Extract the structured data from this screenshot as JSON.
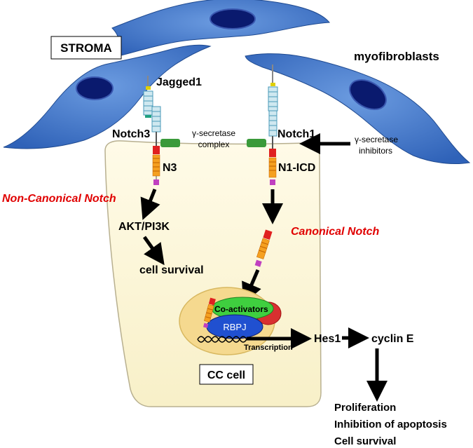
{
  "labels": {
    "stroma": "STROMA",
    "myofibroblasts": "myofibroblasts",
    "jagged1": "Jagged1",
    "notch3": "Notch3",
    "notch1": "Notch1",
    "gamma_secretase_line1": "γ-secretase",
    "gamma_secretase_line2": "complex",
    "inhibitors_line1": "γ-secretase",
    "inhibitors_line2": "inhibitors",
    "n3": "N3",
    "n1_icd": "N1-ICD",
    "non_canonical": "Non-Canonical Notch",
    "canonical": "Canonical Notch",
    "akt": "AKT/PI3K",
    "cell_survival_1": "cell survival",
    "coactivators": "Co-activators",
    "rbpj": "RBPJ",
    "transcription": "Transcription",
    "hes1": "Hes1",
    "cyclin_e": "cyclin E",
    "cc_cell": "CC cell",
    "outcome_1": "Proliferation",
    "outcome_2": "Inhibition of apoptosis",
    "outcome_3": "Cell survival"
  },
  "colors": {
    "stromal_cell": "#3d74c8",
    "nucleus": "#0a1a6e",
    "cc_cell_fill": "#fbf6d8",
    "nucleus_fill": "#f5d98f",
    "coactivator_green": "#3fcf3f",
    "rbpj_blue": "#2050d0",
    "red_text": "#e00000",
    "complex_green": "#3a9a3a"
  }
}
